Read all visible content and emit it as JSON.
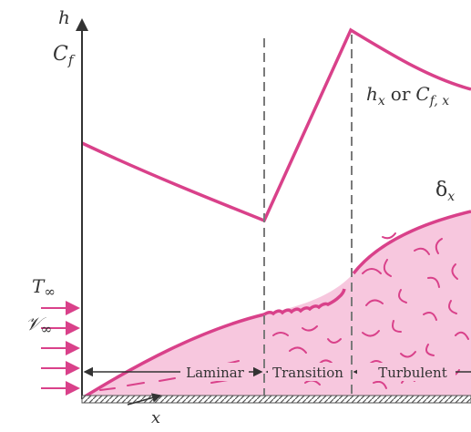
{
  "axis": {
    "y_label_top": "h",
    "y_label_bottom": "C",
    "y_label_bottom_sub": "f",
    "x_label": "x"
  },
  "curve_label": {
    "main": "h",
    "main_sub": "x",
    "or": "or",
    "alt": "C",
    "alt_sub": "f, x"
  },
  "thickness_label": {
    "main": "δ",
    "sub": "x"
  },
  "freestream": {
    "temperature": "T",
    "temperature_sub": "∞",
    "velocity": "𝒱",
    "velocity_sub": "∞"
  },
  "regions": {
    "laminar": "Laminar",
    "transition": "Transition",
    "turbulent": "Turbulent"
  },
  "colors": {
    "curve": "#d9418a",
    "fill": "#f7c7de",
    "axis": "#333333",
    "dash": "#7a7a7a",
    "eddy": "#d9418a"
  }
}
